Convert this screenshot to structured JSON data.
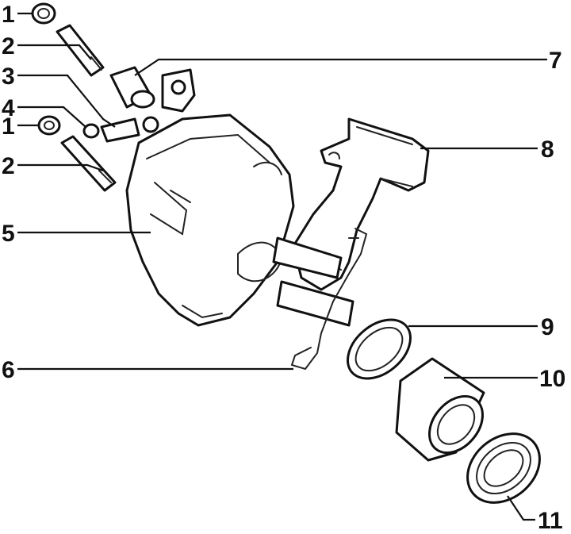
{
  "diagram": {
    "callouts": [
      "1",
      "2",
      "3",
      "4",
      "1",
      "2",
      "5",
      "6",
      "7",
      "8",
      "9",
      "10",
      "11"
    ]
  }
}
